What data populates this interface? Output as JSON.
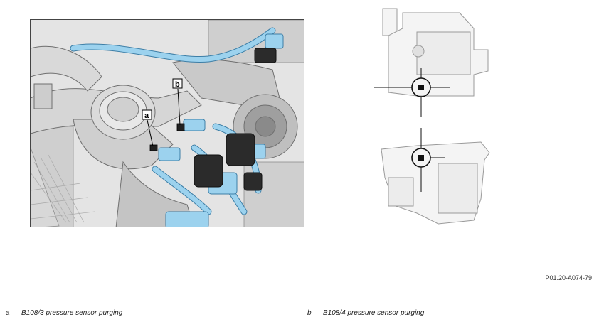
{
  "figure": {
    "code": "P01.20-A074-79",
    "callouts": {
      "a": "a",
      "b": "b"
    }
  },
  "legend": [
    {
      "letter": "a",
      "text": "B108/3 pressure sensor purging"
    },
    {
      "letter": "b",
      "text": "B108/4 pressure sensor purging"
    }
  ],
  "colors": {
    "hose_highlight": "#9cd2ee",
    "hose_outline": "#3d7ea6",
    "metal_light": "#e6e6e6",
    "metal_mid": "#bdbdbd",
    "metal_dark": "#6f6f6f",
    "sensor_black": "#222222"
  }
}
